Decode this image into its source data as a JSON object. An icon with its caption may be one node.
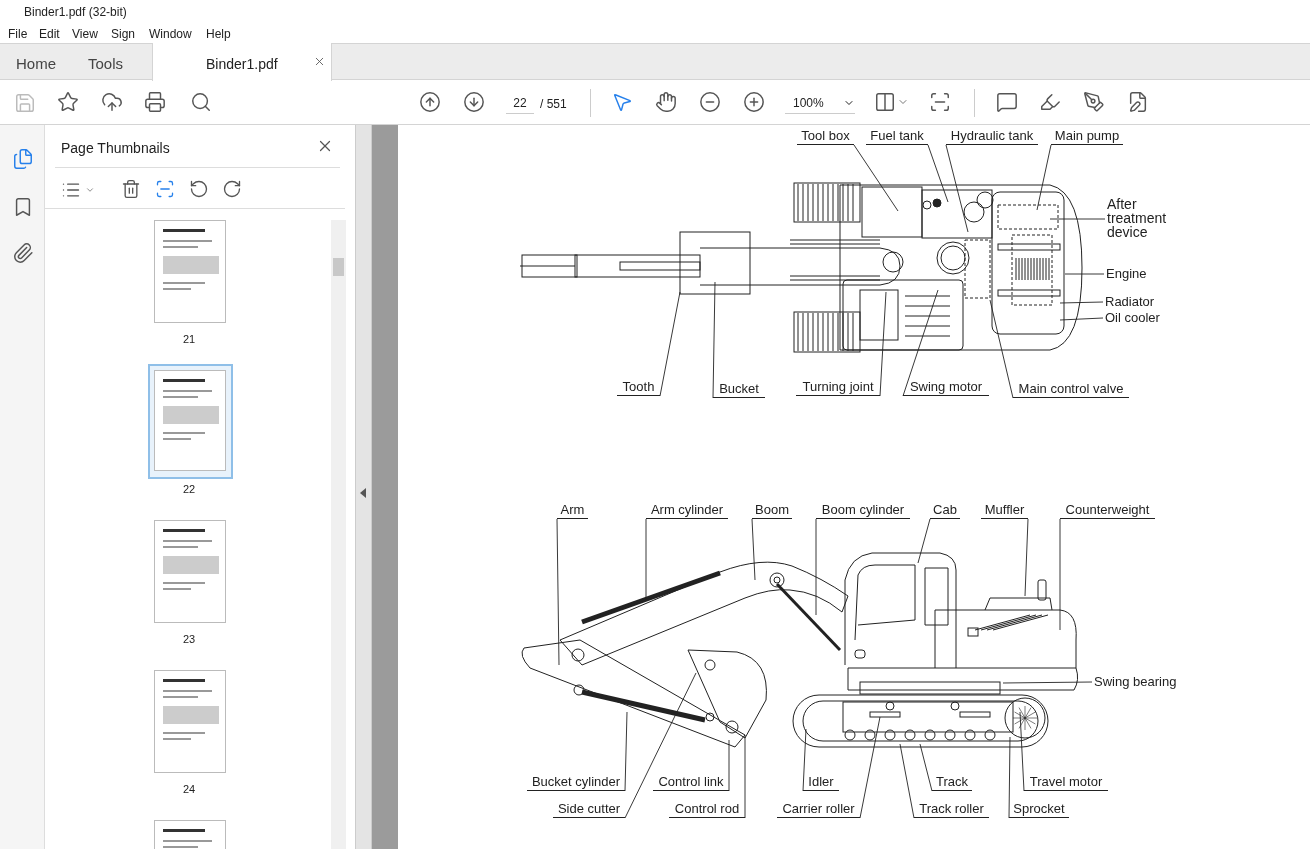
{
  "diagram": {
    "nodes": [
      {
        "text": [
          "Tool box"
        ]
      },
      {
        "text": [
          "Fuel tank"
        ]
      },
      {
        "text": [
          "Hydraulic tank"
        ]
      },
      {
        "text": [
          "Main pump"
        ]
      },
      {
        "text": [
          "After treatment device"
        ]
      },
      {
        "text": [
          "Engine"
        ]
      },
      {
        "text": [
          "Radiator"
        ]
      },
      {
        "text": [
          "Oil cooler"
        ]
      },
      {
        "text": [
          "Tooth"
        ]
      },
      {
        "text": [
          "Bucket"
        ]
      },
      {
        "text": [
          "Turning joint"
        ]
      },
      {
        "text": [
          "Swing motor"
        ]
      },
      {
        "text": [
          "Main control valve"
        ]
      },
      {
        "text": [
          "Arm"
        ]
      },
      {
        "text": [
          "Arm cylinder"
        ]
      },
      {
        "text": [
          "Boom"
        ]
      },
      {
        "text": [
          "Boom cylinder"
        ]
      },
      {
        "text": [
          "Cab"
        ]
      },
      {
        "text": [
          "Muffler"
        ]
      },
      {
        "text": [
          "Counterweight"
        ]
      },
      {
        "text": [
          "Swing bearing"
        ]
      },
      {
        "text": [
          "Bucket cylinder"
        ]
      },
      {
        "text": [
          "Control link"
        ]
      },
      {
        "text": [
          "Side cutter"
        ]
      },
      {
        "text": [
          "Control rod"
        ]
      },
      {
        "text": [
          "Idler"
        ]
      },
      {
        "text": [
          "Track"
        ]
      },
      {
        "text": [
          "Travel motor"
        ]
      },
      {
        "text": [
          "Carrier roller"
        ]
      },
      {
        "text": [
          "Track roller"
        ]
      },
      {
        "text": [
          "Sprocket"
        ]
      }
    ],
    "edges": [
      {
        "from": 0,
        "to": null,
        "arrow": "none"
      },
      {
        "from": 1,
        "to": null,
        "arrow": "none"
      },
      {
        "from": 2,
        "to": null,
        "arrow": "none"
      },
      {
        "from": 3,
        "to": null,
        "arrow": "none"
      },
      {
        "from": 4,
        "to": null,
        "arrow": "none"
      },
      {
        "from": 5,
        "to": null,
        "arrow": "none"
      },
      {
        "from": 6,
        "to": null,
        "arrow": "none"
      },
      {
        "from": 7,
        "to": null,
        "arrow": "none"
      },
      {
        "from": 8,
        "to": null,
        "arrow": "none"
      },
      {
        "from": 9,
        "to": null,
        "arrow": "none"
      },
      {
        "from": 10,
        "to": null,
        "arrow": "none"
      },
      {
        "from": 11,
        "to": null,
        "arrow": "none"
      },
      {
        "from": 12,
        "to": null,
        "arrow": "none"
      },
      {
        "from": 13,
        "to": null,
        "arrow": "none"
      },
      {
        "from": 14,
        "to": null,
        "arrow": "none"
      },
      {
        "from": 15,
        "to": null,
        "arrow": "none"
      },
      {
        "from": 16,
        "to": null,
        "arrow": "none"
      },
      {
        "from": 17,
        "to": null,
        "arrow": "none"
      },
      {
        "from": 18,
        "to": null,
        "arrow": "none"
      },
      {
        "from": 19,
        "to": null,
        "arrow": "none"
      },
      {
        "from": 20,
        "to": null,
        "arrow": "none"
      },
      {
        "from": 21,
        "to": null,
        "arrow": "none"
      },
      {
        "from": 22,
        "to": null,
        "arrow": "none"
      },
      {
        "from": 23,
        "to": null,
        "arrow": "none"
      },
      {
        "from": 24,
        "to": null,
        "arrow": "none"
      },
      {
        "from": 25,
        "to": null,
        "arrow": "none"
      },
      {
        "from": 26,
        "to": null,
        "arrow": "none"
      },
      {
        "from": 27,
        "to": null,
        "arrow": "none"
      },
      {
        "from": 28,
        "to": null,
        "arrow": "none"
      },
      {
        "from": 29,
        "to": null,
        "arrow": "none"
      },
      {
        "from": 30,
        "to": null,
        "arrow": "none"
      }
    ],
    "labels": [
      "Binder1.pdf (32-bit)",
      "File",
      "Edit",
      "View",
      "Sign",
      "Window",
      "Help",
      "Home",
      "Tools",
      "Binder1.pdf",
      "22",
      "/ 551",
      "100%",
      "Page Thumbnails",
      "21",
      "22",
      "23",
      "24"
    ]
  }
}
